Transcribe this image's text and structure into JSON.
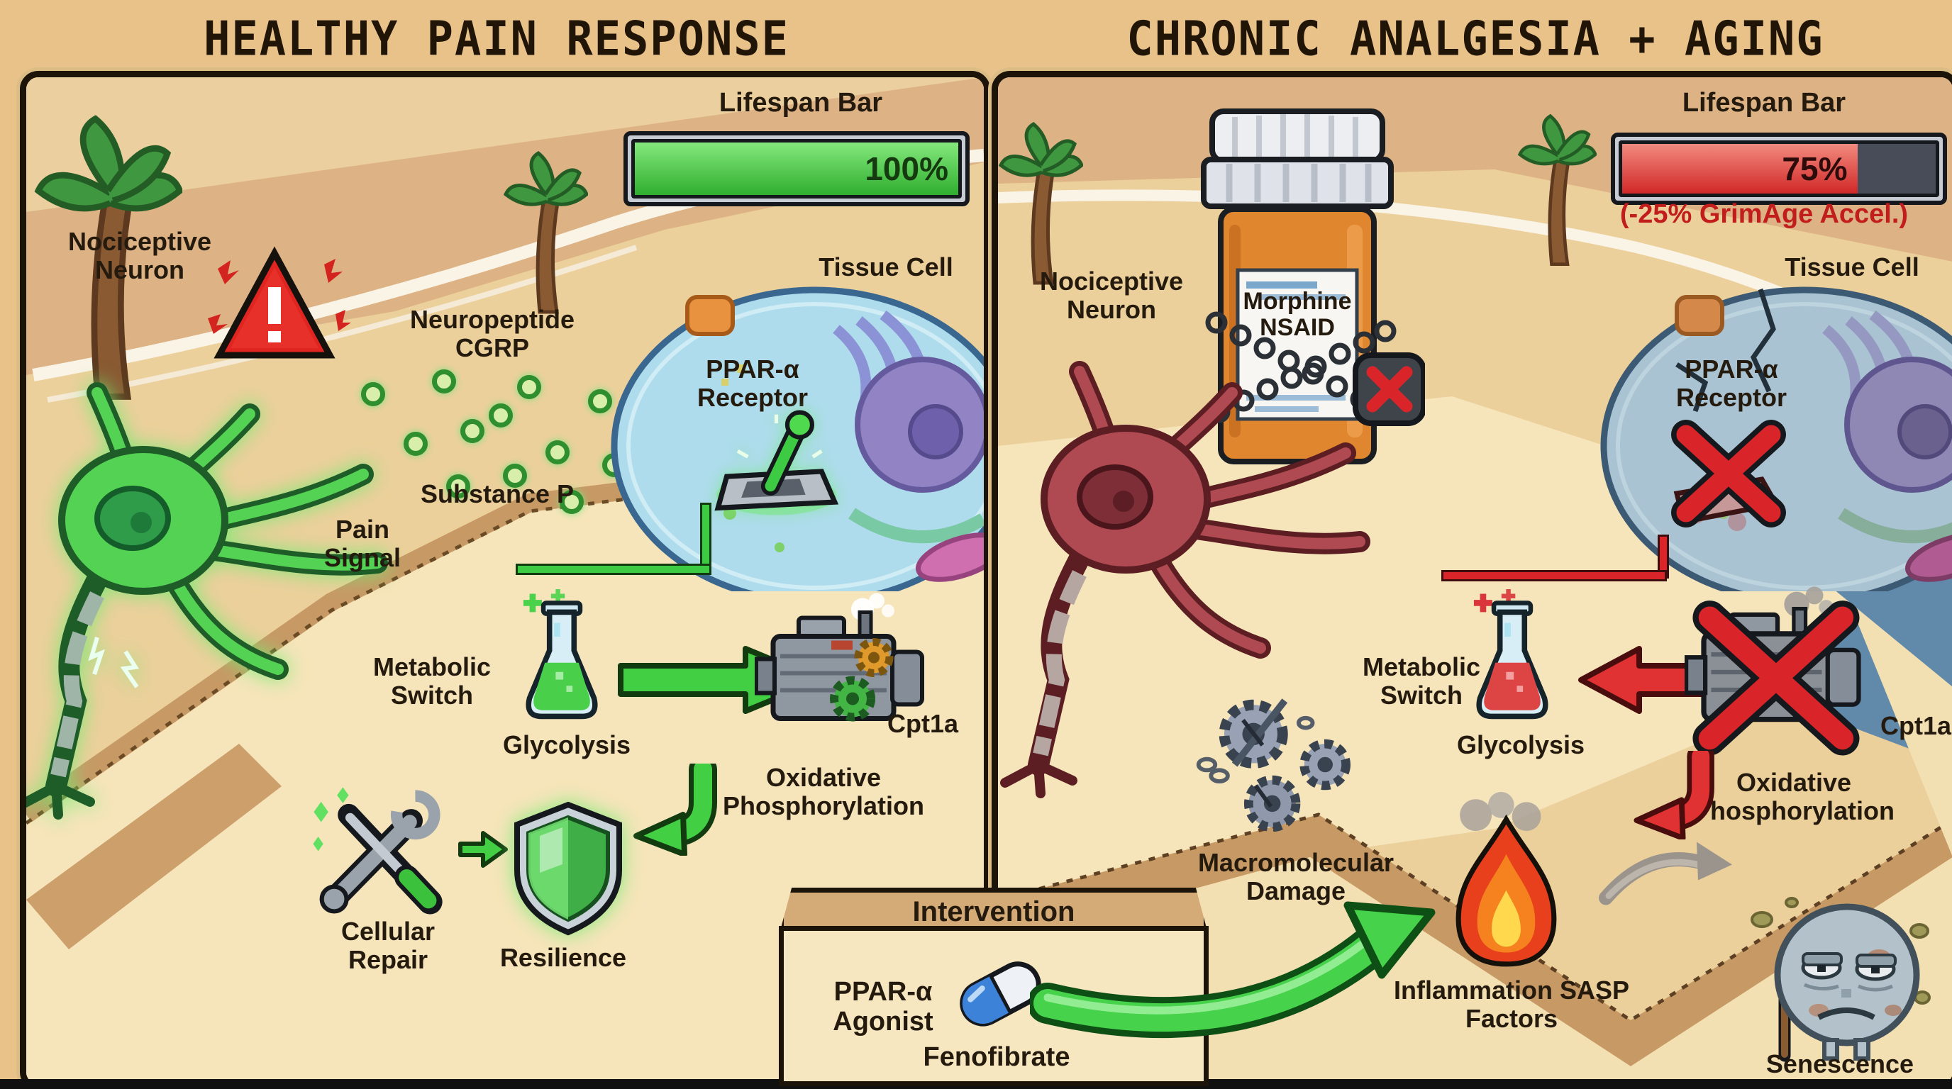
{
  "titles": {
    "left": "HEALTHY PAIN RESPONSE",
    "right": "CHRONIC ANALGESIA + AGING"
  },
  "colors": {
    "green": "#3ecb44",
    "green_dark": "#123c10",
    "red": "#d9252a",
    "bar_green_fill": "#2fae2f",
    "bar_red_fill": "#d02828",
    "bar_empty": "#474c58",
    "grimage_red": "#c21d1d",
    "sand": "#eed39f",
    "cell_blue": "#aedcec",
    "cell_gray_blue": "#a9c3d2"
  },
  "left_panel": {
    "name": "Healthy Pain Response",
    "lifespan_bar": {
      "label": "Lifespan Bar",
      "percent": 100,
      "value_text": "100%"
    },
    "labels": {
      "nociceptive_neuron": "Nociceptive Neuron",
      "neuropeptide": "Neuropeptide CGRP",
      "substance_p": "Substance P",
      "pain_signal": "Pain Signal",
      "tissue_cell": "Tissue Cell",
      "ppar_receptor": "PPAR-α Receptor",
      "metabolic_switch": "Metabolic Switch",
      "glycolysis": "Glycolysis",
      "oxidative_phosphorylation": "Oxidative Phosphorylation",
      "cpt1a": "Cpt1a",
      "cellular_repair": "Cellular Repair",
      "resilience": "Resilience"
    }
  },
  "right_panel": {
    "name": "Chronic Analgesia + Aging",
    "lifespan_bar": {
      "label": "Lifespan Bar",
      "percent": 75,
      "value_text": "75%",
      "note": "(-25% GrimAge Accel.)"
    },
    "pill_bottle": {
      "text": "Morphine NSAID"
    },
    "labels": {
      "nociceptive_neuron": "Nociceptive Neuron",
      "tissue_cell": "Tissue Cell",
      "ppar_receptor": "PPAR-α Receptor",
      "metabolic_switch": "Metabolic Switch",
      "glycolysis": "Glycolysis",
      "oxidative_phosphorylation": "Oxidative Phosphorylation",
      "cpt1a": "Cpt1a",
      "macromolecular_damage": "Macromolecular Damage",
      "inflammation": "Inflammation SASP Factors",
      "senescence": "Senescence"
    }
  },
  "intervention": {
    "header": "Intervention",
    "drug_class": "PPAR-α Agonist",
    "drug_name": "Fenofibrate"
  }
}
